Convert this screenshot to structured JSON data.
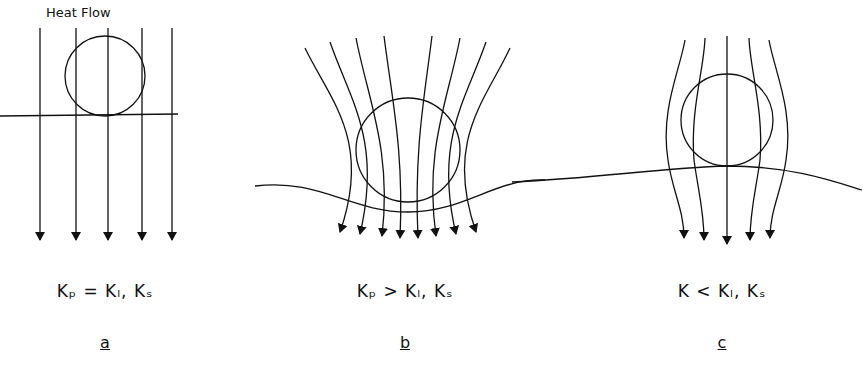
{
  "diagram": {
    "labels": [
      "Heat Flow",
      "Kₚ = Kₗ, Kₛ",
      "a",
      "Kₚ > Kₗ, Kₛ",
      "b",
      "K < Kₗ, Kₛ",
      "c"
    ]
  }
}
